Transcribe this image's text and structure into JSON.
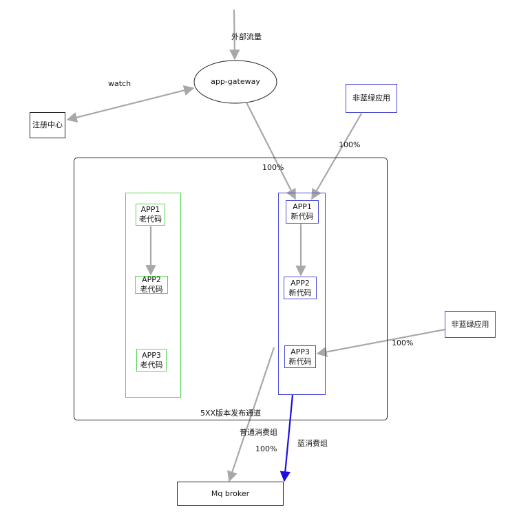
{
  "diagram": {
    "labels": {
      "external_traffic": "外部流量",
      "watch": "watch",
      "pct_gateway_blue": "100%",
      "pct_nonbg_top": "100%",
      "pct_nonbg_right": "100%",
      "pct_normal_group": "100%",
      "channel": "5XX版本发布通道",
      "normal_group": "普通消费组",
      "blue_group": "蓝消费组"
    },
    "nodes": {
      "gateway": "app-gateway",
      "registry": "注册中心",
      "nonbg_top": "非蓝绿应用",
      "nonbg_right": "非蓝绿应用",
      "mq": "Mq broker"
    },
    "green_group": [
      {
        "name": "APP1",
        "code": "老代码"
      },
      {
        "name": "APP2",
        "code": "老代码"
      },
      {
        "name": "APP3",
        "code": "老代码"
      }
    ],
    "blue_group": [
      {
        "name": "APP1",
        "code": "新代码"
      },
      {
        "name": "APP2",
        "code": "新代码"
      },
      {
        "name": "APP3",
        "code": "新代码"
      }
    ],
    "colors": {
      "arrow": "#a8a8a8",
      "green": "#55d655",
      "blue": "#4a4ad4",
      "blue_arrow": "#1a10e0"
    }
  }
}
